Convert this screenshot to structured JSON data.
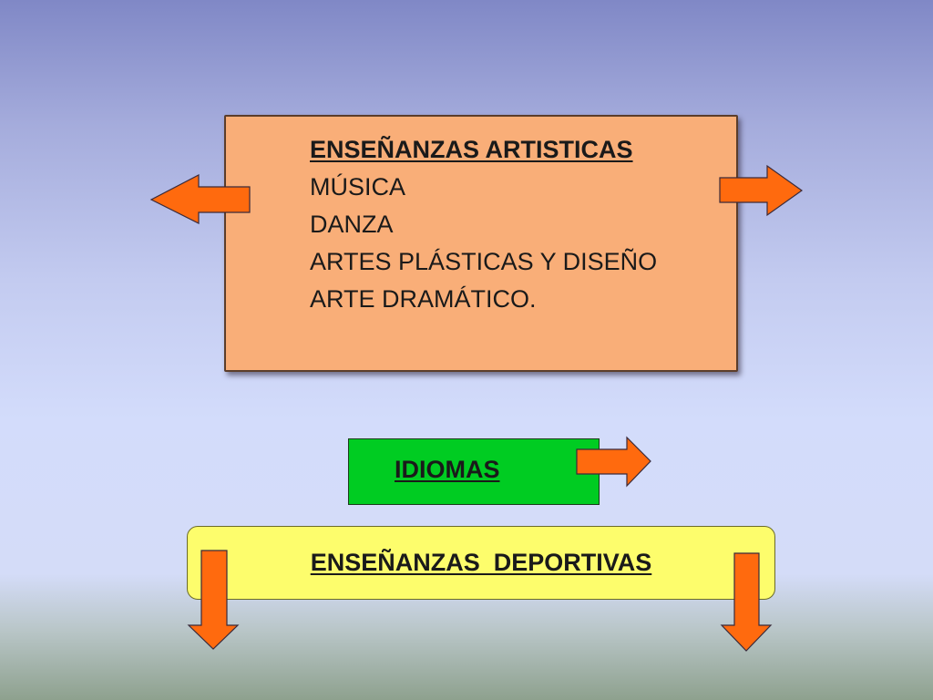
{
  "colors": {
    "orange_box": "#f9ae78",
    "green_box": "#00cc22",
    "yellow_box": "#fdfd6c",
    "arrow": "#ff6a0e"
  },
  "artisticas": {
    "heading": "ENSEÑANZAS ARTISTICAS",
    "items": [
      "MÚSICA",
      "DANZA",
      "ARTES PLÁSTICAS Y DISEÑO",
      "ARTE DRAMÁTICO."
    ]
  },
  "idiomas": {
    "label": "IDIOMAS"
  },
  "deportivas": {
    "label": "ENSEÑANZAS  DEPORTIVAS"
  },
  "arrows": {
    "artisticas_left": "left-arrow-icon",
    "artisticas_right": "right-arrow-icon",
    "idiomas_right": "right-arrow-icon",
    "deportivas_left_down": "down-arrow-icon",
    "deportivas_right_down": "down-arrow-icon"
  }
}
